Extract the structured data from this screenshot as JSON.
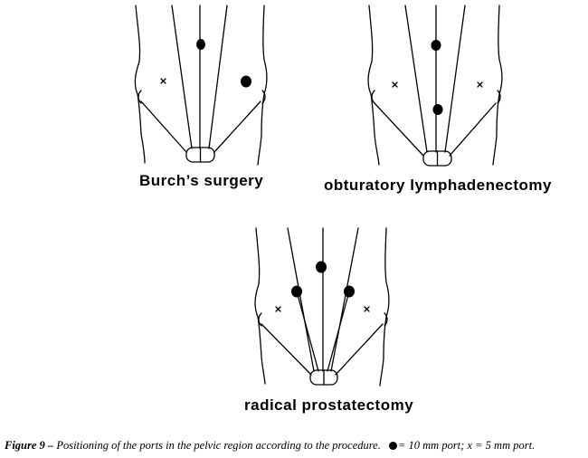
{
  "panels": [
    {
      "id": "burch",
      "label": "Burch’s surgery"
    },
    {
      "id": "obturatory",
      "label": "obturatory lymphadenectomy"
    },
    {
      "id": "prostatectomy",
      "label": "radical prostatectomy"
    }
  ],
  "caption": {
    "figure_number": "Figure 9 –",
    "text": " Positioning of the ports in the pelvic region according to the procedure. ",
    "legend_10mm": "= 10 mm port; ",
    "legend_5mm": "x = 5 mm port."
  },
  "legend": {
    "large_port_icon": "filled-circle-icon",
    "small_port_icon": "x-mark-icon"
  },
  "colors": {
    "ink": "#000000",
    "background": "#ffffff"
  }
}
